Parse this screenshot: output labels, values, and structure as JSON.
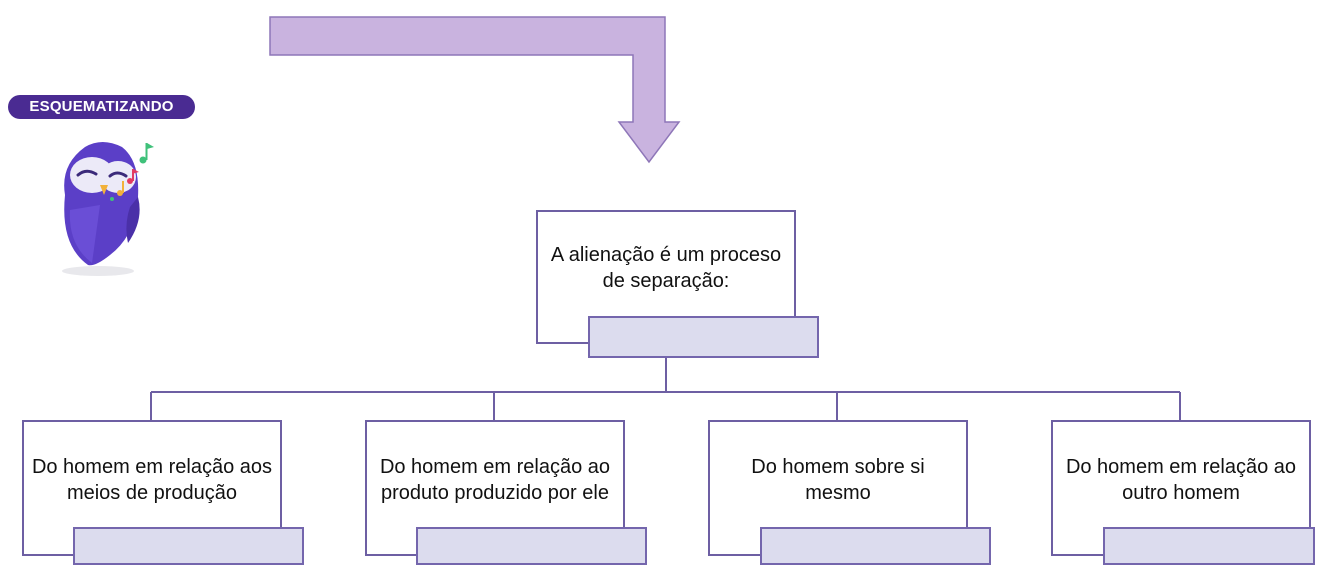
{
  "badge": {
    "label": "ESQUEMATIZANDO"
  },
  "mascot": {
    "icon": "singing-owl-mascot-icon"
  },
  "colors": {
    "badge_bg": "#4a2b92",
    "arrow_fill": "#c9b3df",
    "box_border": "#6d5fa3",
    "tab_fill": "#dcdcee",
    "connector": "#6d5fa3"
  },
  "diagram": {
    "root": {
      "text": "A alienação é um proceso de separação:"
    },
    "children": [
      {
        "text": "Do homem em relação aos meios de produção"
      },
      {
        "text": "Do homem em relação ao produto produzido por ele"
      },
      {
        "text": "Do homem sobre si mesmo"
      },
      {
        "text": "Do homem em relação ao outro homem"
      }
    ]
  }
}
